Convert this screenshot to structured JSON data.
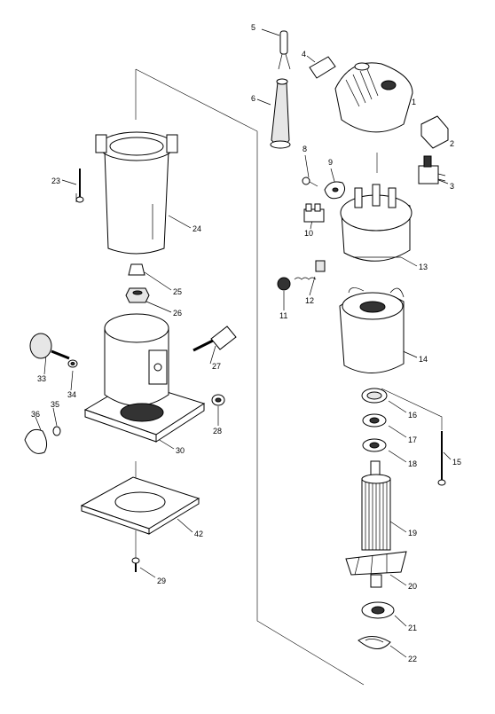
{
  "parts": [
    {
      "id": "p1",
      "label": "1"
    },
    {
      "id": "p2",
      "label": "2"
    },
    {
      "id": "p3",
      "label": "3"
    },
    {
      "id": "p4",
      "label": "4"
    },
    {
      "id": "p5",
      "label": "5"
    },
    {
      "id": "p6",
      "label": "6"
    },
    {
      "id": "p8",
      "label": "8"
    },
    {
      "id": "p9",
      "label": "9"
    },
    {
      "id": "p10",
      "label": "10"
    },
    {
      "id": "p11",
      "label": "11"
    },
    {
      "id": "p12",
      "label": "12"
    },
    {
      "id": "p13",
      "label": "13"
    },
    {
      "id": "p14",
      "label": "14"
    },
    {
      "id": "p15",
      "label": "15"
    },
    {
      "id": "p16",
      "label": "16"
    },
    {
      "id": "p17",
      "label": "17"
    },
    {
      "id": "p18",
      "label": "18"
    },
    {
      "id": "p19",
      "label": "19"
    },
    {
      "id": "p20",
      "label": "20"
    },
    {
      "id": "p21",
      "label": "21"
    },
    {
      "id": "p22",
      "label": "22"
    },
    {
      "id": "p23",
      "label": "23"
    },
    {
      "id": "p24",
      "label": "24"
    },
    {
      "id": "p25",
      "label": "25"
    },
    {
      "id": "p26",
      "label": "26"
    },
    {
      "id": "p27",
      "label": "27"
    },
    {
      "id": "p28",
      "label": "28"
    },
    {
      "id": "p29",
      "label": "29"
    },
    {
      "id": "p30",
      "label": "30"
    },
    {
      "id": "p33",
      "label": "33"
    },
    {
      "id": "p34",
      "label": "34"
    },
    {
      "id": "p35",
      "label": "35"
    },
    {
      "id": "p36",
      "label": "36"
    },
    {
      "id": "p42",
      "label": "42"
    }
  ]
}
